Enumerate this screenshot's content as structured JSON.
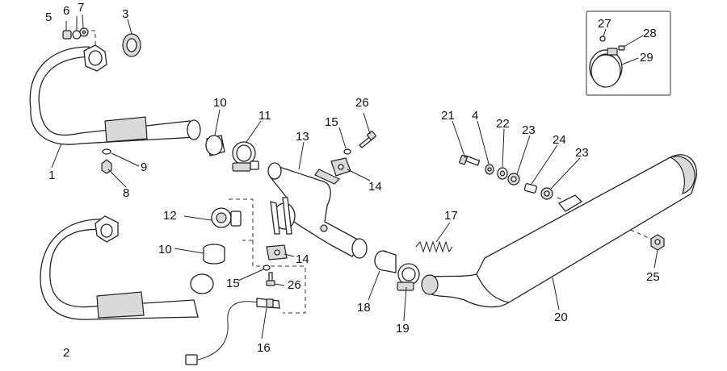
{
  "callouts": {
    "n1": "1",
    "n2": "2",
    "n3": "3",
    "n4": "4",
    "n5": "5",
    "n6": "6",
    "n7": "7",
    "n8": "8",
    "n9": "9",
    "n10a": "10",
    "n10b": "10",
    "n11": "11",
    "n12": "12",
    "n13": "13",
    "n14a": "14",
    "n14b": "14",
    "n15a": "15",
    "n15b": "15",
    "n16": "16",
    "n17": "17",
    "n18": "18",
    "n19": "19",
    "n20": "20",
    "n21": "21",
    "n22": "22",
    "n23a": "23",
    "n23b": "23",
    "n24": "24",
    "n25": "25",
    "n26a": "26",
    "n26b": "26",
    "n27": "27",
    "n28": "28",
    "n29": "29"
  }
}
